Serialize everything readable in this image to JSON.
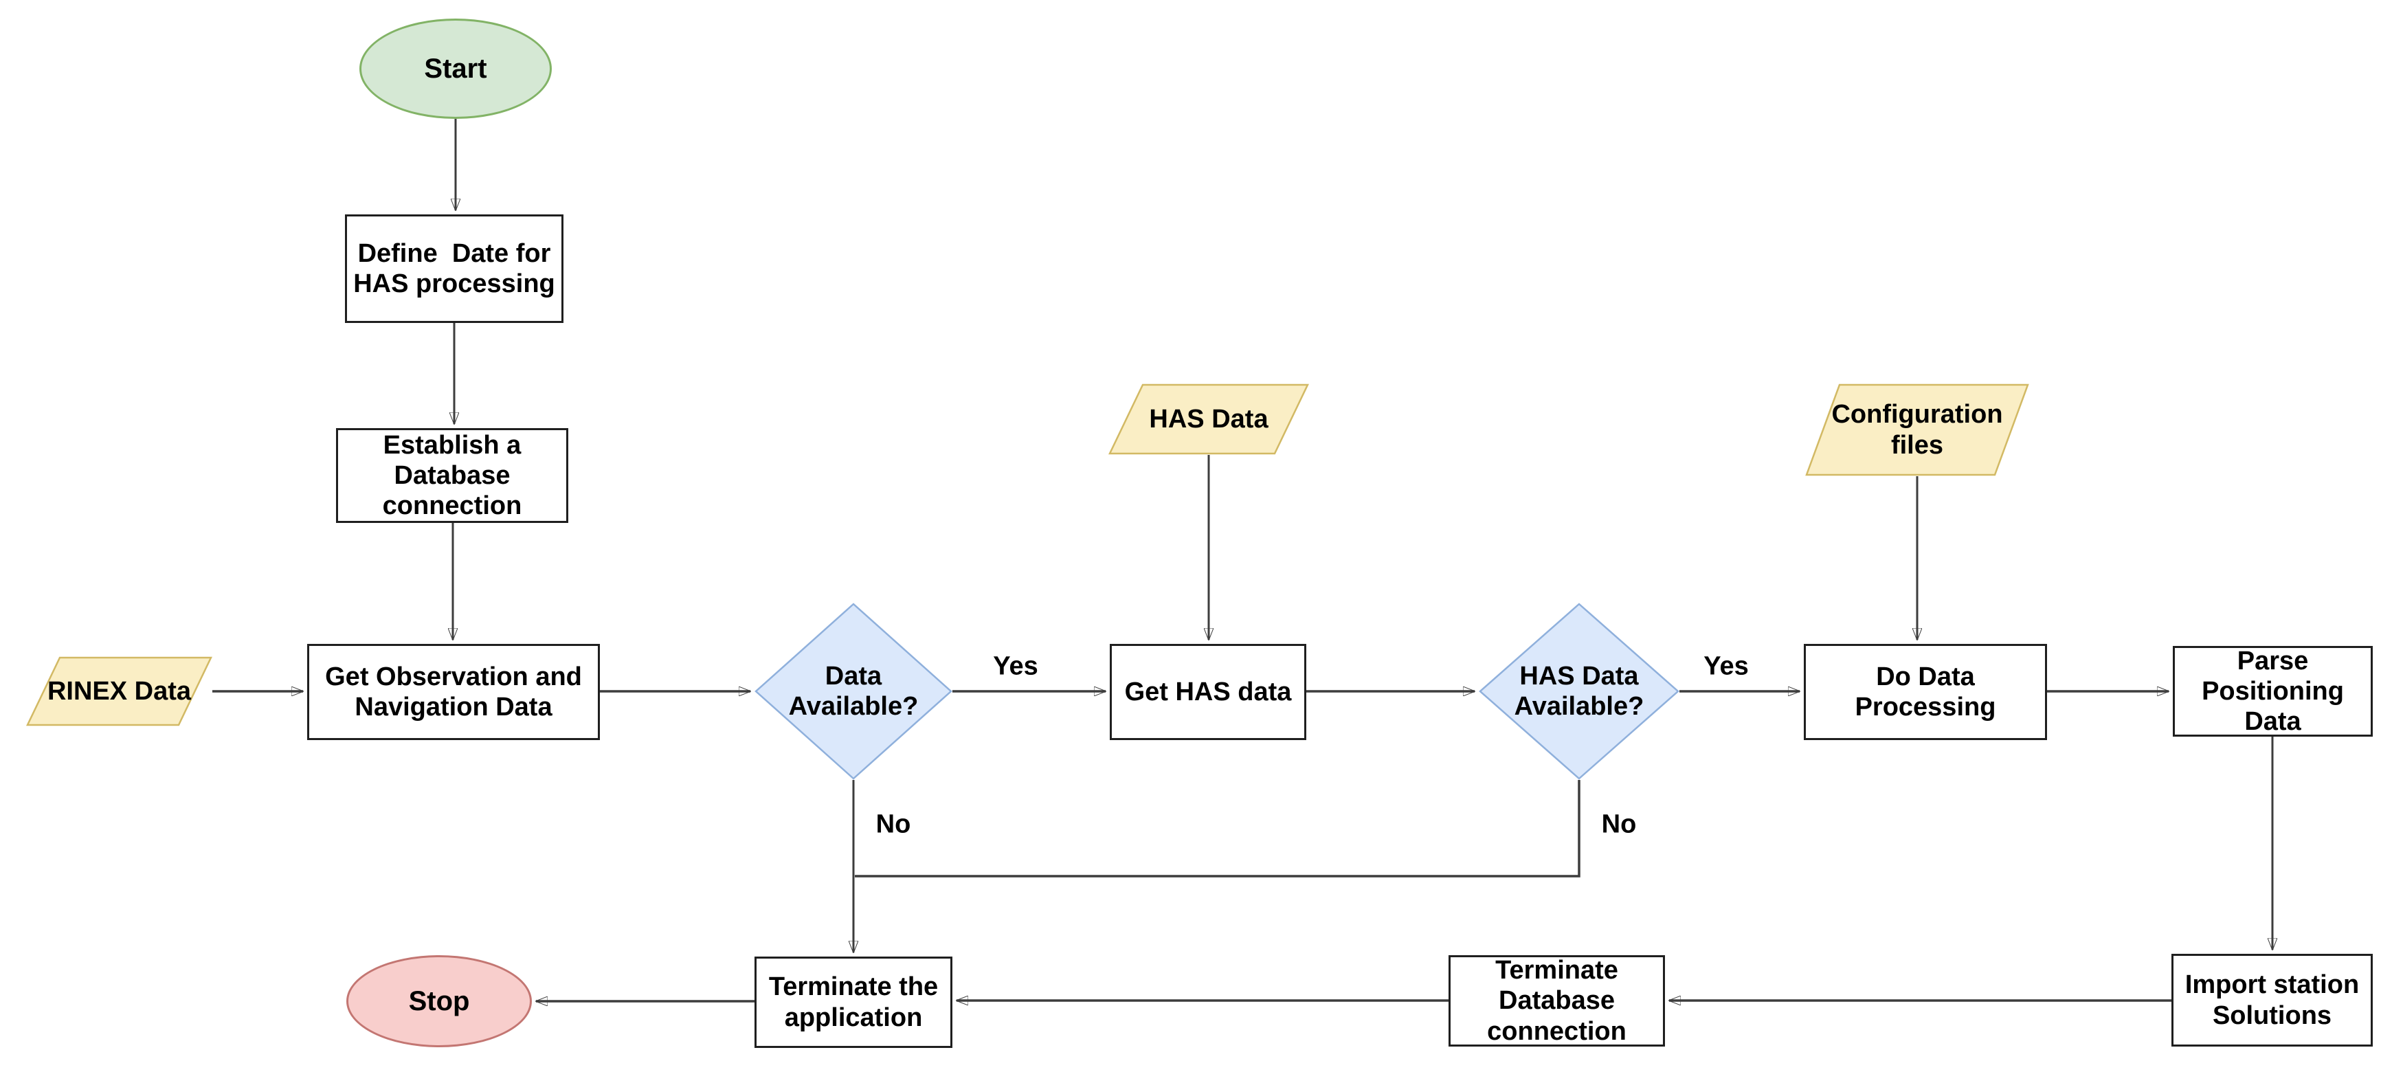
{
  "flowchart": {
    "nodes": {
      "start": {
        "type": "terminator",
        "label": "Start"
      },
      "define-date": {
        "type": "process",
        "label": "Define  Date for\nHAS processing"
      },
      "establish-db": {
        "type": "process",
        "label": "Establish a\nDatabase\nconnection"
      },
      "rinex-data": {
        "type": "data",
        "label": "RINEX Data"
      },
      "get-obs": {
        "type": "process",
        "label": "Get Observation and\nNavigation Data"
      },
      "data-available": {
        "type": "decision",
        "label": "Data\nAvailable?"
      },
      "has-data": {
        "type": "data",
        "label": "HAS Data"
      },
      "get-has": {
        "type": "process",
        "label": "Get HAS data"
      },
      "has-available": {
        "type": "decision",
        "label": "HAS Data\nAvailable?"
      },
      "config-files": {
        "type": "data",
        "label": "Configuration\nfiles"
      },
      "do-processing": {
        "type": "process",
        "label": "Do Data\nProcessing"
      },
      "parse-positioning": {
        "type": "process",
        "label": "Parse\nPositioning\nData"
      },
      "import-station": {
        "type": "process",
        "label": "Import station\nSolutions"
      },
      "terminate-db": {
        "type": "process",
        "label": "Terminate\nDatabase\nconnection"
      },
      "terminate-app": {
        "type": "process",
        "label": "Terminate the\napplication"
      },
      "stop": {
        "type": "terminator",
        "label": "Stop"
      }
    },
    "edges": {
      "start-to-define": {
        "from": "start",
        "to": "define-date",
        "label": ""
      },
      "define-to-establish": {
        "from": "define-date",
        "to": "establish-db",
        "label": ""
      },
      "establish-to-getobs": {
        "from": "establish-db",
        "to": "get-obs",
        "label": ""
      },
      "rinex-to-getobs": {
        "from": "rinex-data",
        "to": "get-obs",
        "label": ""
      },
      "getobs-to-data-available": {
        "from": "get-obs",
        "to": "data-available",
        "label": ""
      },
      "data-available-yes": {
        "from": "data-available",
        "to": "get-has",
        "label": "Yes"
      },
      "has-data-to-gethas": {
        "from": "has-data",
        "to": "get-has",
        "label": ""
      },
      "gethas-to-has-available": {
        "from": "get-has",
        "to": "has-available",
        "label": ""
      },
      "has-available-yes": {
        "from": "has-available",
        "to": "do-processing",
        "label": "Yes"
      },
      "config-to-processing": {
        "from": "config-files",
        "to": "do-processing",
        "label": ""
      },
      "processing-to-parse": {
        "from": "do-processing",
        "to": "parse-positioning",
        "label": ""
      },
      "parse-to-import": {
        "from": "parse-positioning",
        "to": "import-station",
        "label": ""
      },
      "import-to-terminate-db": {
        "from": "import-station",
        "to": "terminate-db",
        "label": ""
      },
      "terminate-db-to-app": {
        "from": "terminate-db",
        "to": "terminate-app",
        "label": ""
      },
      "terminate-app-to-stop": {
        "from": "terminate-app",
        "to": "stop",
        "label": ""
      },
      "data-available-no": {
        "from": "data-available",
        "to": "terminate-app",
        "label": "No"
      },
      "has-available-no": {
        "from": "has-available",
        "to": "terminate-app",
        "label": "No"
      }
    },
    "colors": {
      "terminator_start_fill": "#d5e8d4",
      "terminator_start_stroke": "#82b366",
      "terminator_stop_fill": "#f8cecc",
      "terminator_stop_stroke": "#c37672",
      "decision_fill": "#dbe8fb",
      "decision_stroke": "#8fb0dc",
      "data_fill": "#faeec5",
      "data_stroke": "#d2b964",
      "process_fill": "#ffffff",
      "process_stroke": "#1f1f1f",
      "connector": "#3d3d3d",
      "text": "#000000"
    }
  }
}
